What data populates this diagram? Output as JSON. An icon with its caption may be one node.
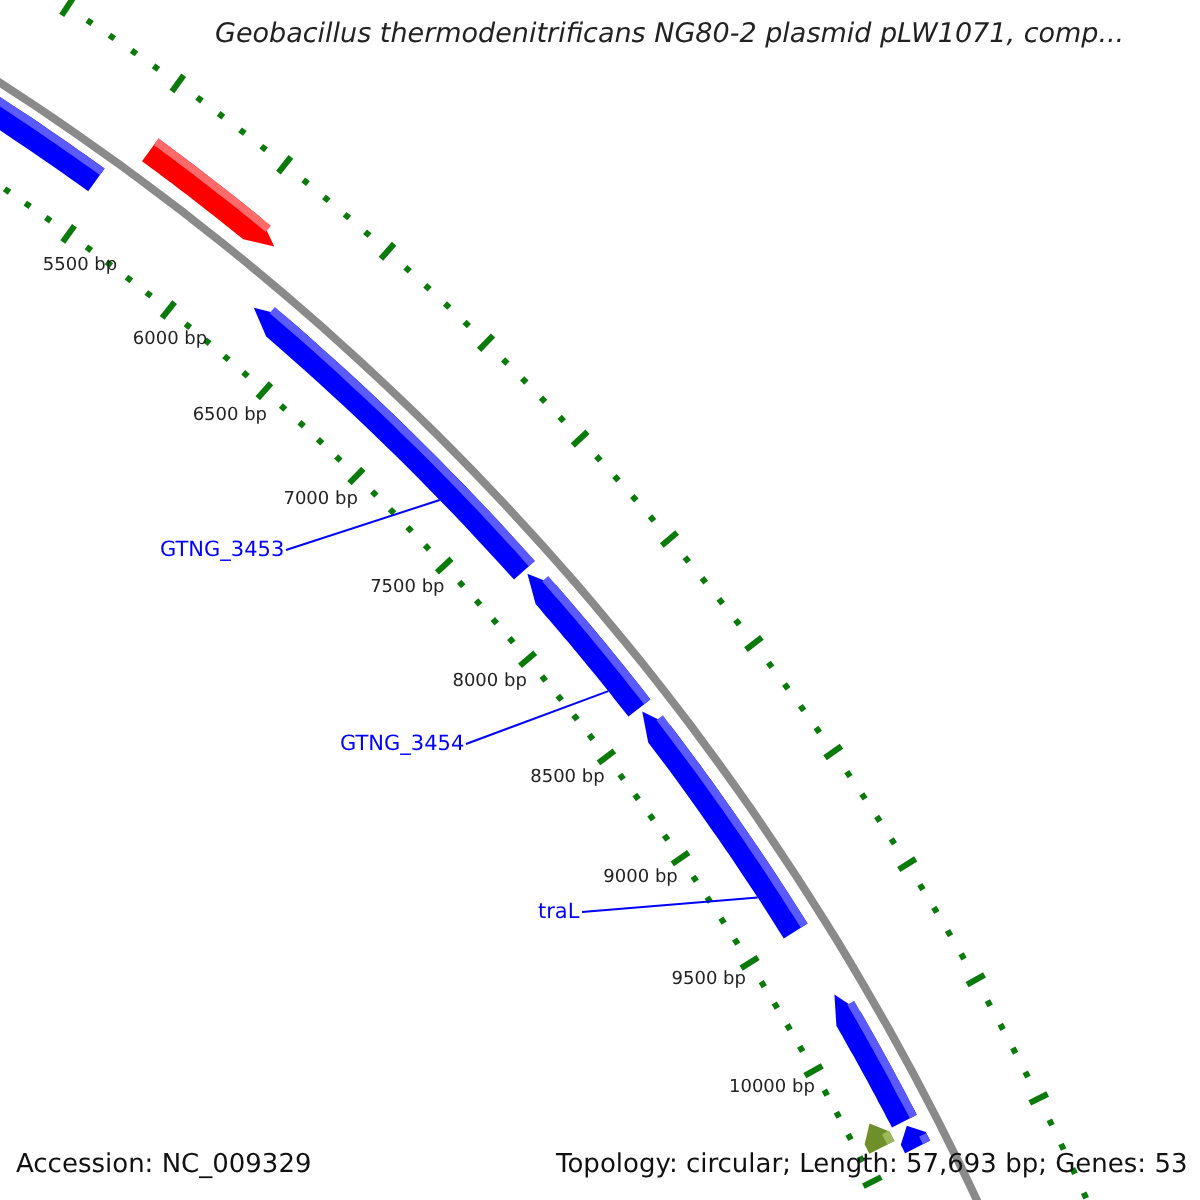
{
  "diagram": {
    "title": "Geobacillus thermodenitrificans NG80-2 plasmid pLW1071, comp...",
    "nodes": [
      {
        "text": [],
        "shape": "arrow"
      },
      {
        "text": [],
        "shape": "arrow"
      },
      {
        "text": [],
        "shape": "arrow"
      },
      {
        "text": [
          "GTNG_3453"
        ]
      },
      {
        "text": [],
        "shape": "arrow"
      },
      {
        "text": [
          "GTNG_3454"
        ]
      },
      {
        "text": [],
        "shape": "arrow"
      },
      {
        "text": [
          "traL"
        ]
      },
      {
        "text": [],
        "shape": "arrow"
      },
      {
        "text": [],
        "shape": "arrow"
      },
      {
        "text": [],
        "shape": "arrow"
      }
    ],
    "edges": [
      {
        "from": 3,
        "to": 2,
        "arrow": "none"
      },
      {
        "from": 5,
        "to": 4,
        "arrow": "none"
      },
      {
        "from": 7,
        "to": 6,
        "arrow": "none"
      }
    ],
    "labels": [
      "5500 bp",
      "6000 bp",
      "6500 bp",
      "7000 bp",
      "7500 bp",
      "8000 bp",
      "8500 bp",
      "9000 bp",
      "9500 bp",
      "10000 bp",
      "Accession: NC_009329",
      "Topology: circular; Length: 57,693 bp; Genes: 53"
    ]
  }
}
